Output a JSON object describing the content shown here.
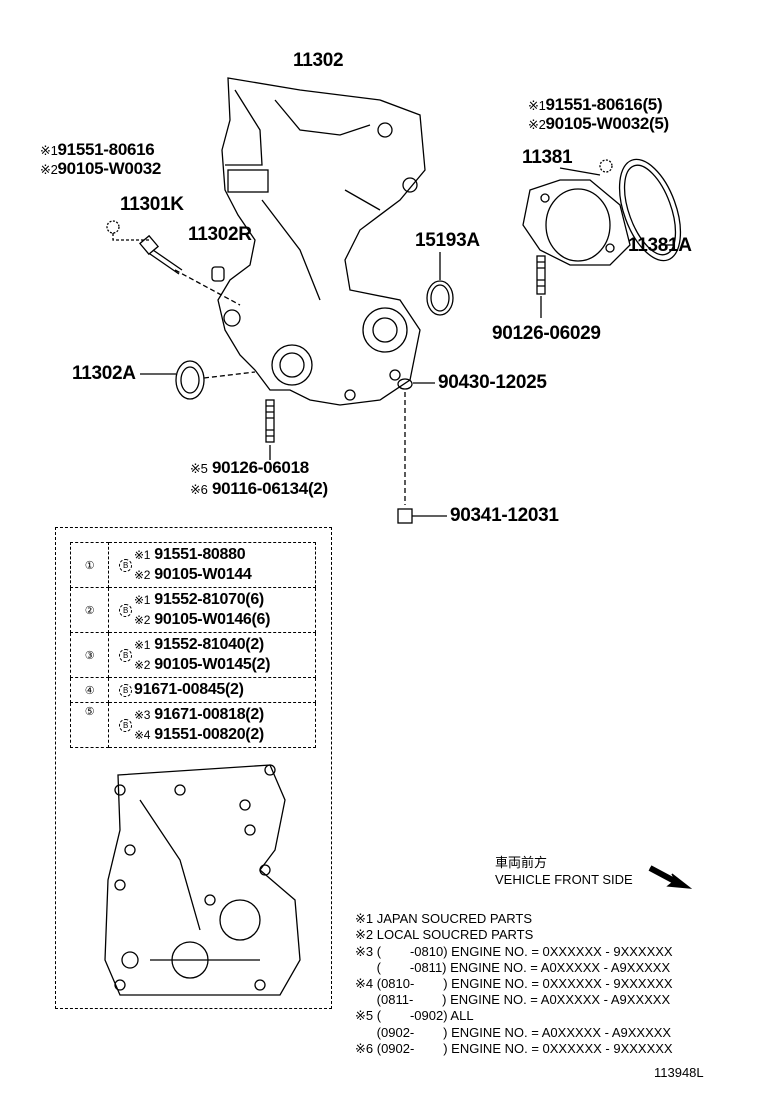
{
  "labels": {
    "p11302": "11302",
    "p11301K": "11301K",
    "p11302R": "11302R",
    "p15193A": "15193A",
    "p11302A": "11302A",
    "p90430": "90430-12025",
    "p90341": "90341-12031",
    "p11381": "11381",
    "p11381A": "11381A",
    "p90126_06029": "90126-06029",
    "bolt_mark": "B"
  },
  "left_refs": [
    {
      "mark": "※1",
      "part": "91551-80616"
    },
    {
      "mark": "※2",
      "part": "90105-W0032"
    }
  ],
  "right_refs": [
    {
      "mark": "※1",
      "part": "91551-80616(5)"
    },
    {
      "mark": "※2",
      "part": "90105-W0032(5)"
    }
  ],
  "stud_refs": [
    {
      "mark": "※5",
      "part": "90126-06018"
    },
    {
      "mark": "※6",
      "part": "90116-06134(2)"
    }
  ],
  "bolt_table": [
    {
      "index": "①",
      "parts": [
        {
          "mark": "※1",
          "part": "91551-80880"
        },
        {
          "mark": "※2",
          "part": "90105-W0144"
        }
      ]
    },
    {
      "index": "②",
      "parts": [
        {
          "mark": "※1",
          "part": "91552-81070(6)"
        },
        {
          "mark": "※2",
          "part": "90105-W0146(6)"
        }
      ]
    },
    {
      "index": "③",
      "parts": [
        {
          "mark": "※1",
          "part": "91552-81040(2)"
        },
        {
          "mark": "※2",
          "part": "90105-W0145(2)"
        }
      ]
    },
    {
      "index": "④",
      "parts": [
        {
          "mark": "",
          "part": "91671-00845(2)"
        }
      ]
    },
    {
      "index": "⑤",
      "parts": [
        {
          "mark": "※3",
          "part": "91671-00818(2)"
        },
        {
          "mark": "※4",
          "part": "91551-00820(2)"
        }
      ]
    }
  ],
  "vehicle_front": {
    "jp": "車両前方",
    "en": "VEHICLE FRONT SIDE"
  },
  "notes": [
    "※1 JAPAN SOUCRED PARTS",
    "※2 LOCAL SOUCRED PARTS",
    "※3 (        -0810) ENGINE NO. = 0XXXXXX - 9XXXXXX",
    "      (        -0811) ENGINE NO. = A0XXXXX - A9XXXXX",
    "※4 (0810-        ) ENGINE NO. = 0XXXXXX - 9XXXXXX",
    "      (0811-        ) ENGINE NO. = A0XXXXX - A9XXXXX",
    "※5 (        -0902) ALL",
    "      (0902-        ) ENGINE NO. = A0XXXXX - A9XXXXX",
    "※6 (0902-        ) ENGINE NO. = 0XXXXXX - 9XXXXXX"
  ],
  "diagram_id": "113948L"
}
